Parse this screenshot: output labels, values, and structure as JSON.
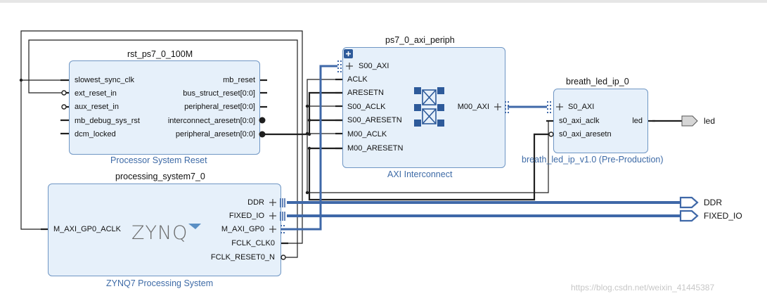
{
  "blocks": {
    "rst": {
      "name": "rst_ps7_0_100M",
      "subtitle": "Processor System Reset",
      "left_pins": [
        "slowest_sync_clk",
        "ext_reset_in",
        "aux_reset_in",
        "mb_debug_sys_rst",
        "dcm_locked"
      ],
      "right_pins": [
        "mb_reset",
        "bus_struct_reset[0:0]",
        "peripheral_reset[0:0]",
        "interconnect_aresetn[0:0]",
        "peripheral_aresetn[0:0]"
      ]
    },
    "ps7": {
      "name": "processing_system7_0",
      "subtitle": "ZYNQ7 Processing System",
      "logo": "ZYNQ",
      "left_pins": [
        "M_AXI_GP0_ACLK"
      ],
      "right_pins": [
        "DDR",
        "FIXED_IO",
        "M_AXI_GP0",
        "FCLK_CLK0",
        "FCLK_RESET0_N"
      ]
    },
    "periph": {
      "name": "ps7_0_axi_periph",
      "subtitle": "AXI Interconnect",
      "left_pins": [
        "S00_AXI",
        "ACLK",
        "ARESETN",
        "S00_ACLK",
        "S00_ARESETN",
        "M00_ACLK",
        "M00_ARESETN"
      ],
      "right_pins": [
        "M00_AXI"
      ]
    },
    "led_ip": {
      "name": "breath_led_ip_0",
      "subtitle": "breath_led_ip_v1.0 (Pre-Production)",
      "left_pins": [
        "S0_AXI",
        "s0_axi_aclk",
        "s0_axi_aresetn"
      ],
      "right_pins": [
        "led"
      ]
    }
  },
  "external_ports": [
    "led",
    "DDR",
    "FIXED_IO"
  ],
  "watermark": "https://blog.csdn.net/weixin_41445387",
  "colors": {
    "block_fill": "#e6f0fa",
    "block_border": "#6f96c4",
    "bus": "#3f68a8",
    "wire": "#1f1f1f",
    "subtitle": "#3d6aa6"
  }
}
